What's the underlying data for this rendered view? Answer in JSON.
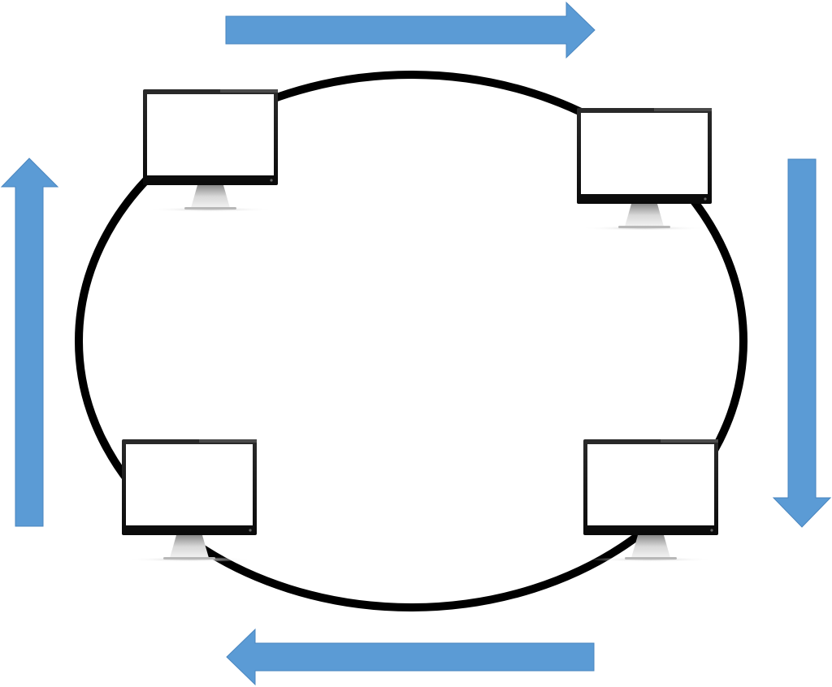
{
  "diagram": {
    "topology": "ring",
    "node_count": 4,
    "nodes": [
      {
        "id": "computer-top-left",
        "icon": "monitor-icon"
      },
      {
        "id": "computer-top-right",
        "icon": "monitor-icon"
      },
      {
        "id": "computer-bottom-right",
        "icon": "monitor-icon"
      },
      {
        "id": "computer-bottom-left",
        "icon": "monitor-icon"
      }
    ],
    "flow_direction": "clockwise",
    "arrows": [
      {
        "id": "arrow-top",
        "icon": "arrow-right-icon"
      },
      {
        "id": "arrow-right",
        "icon": "arrow-down-icon"
      },
      {
        "id": "arrow-bottom",
        "icon": "arrow-left-icon"
      },
      {
        "id": "arrow-left",
        "icon": "arrow-up-icon"
      }
    ]
  },
  "colors": {
    "arrow_fill": "#5b9bd5",
    "arrow_stroke": "#4a86bf",
    "ring_stroke": "#000000",
    "monitor_bezel": "#111111",
    "monitor_screen": "#ffffff",
    "monitor_stand": "#b8b8b8"
  }
}
